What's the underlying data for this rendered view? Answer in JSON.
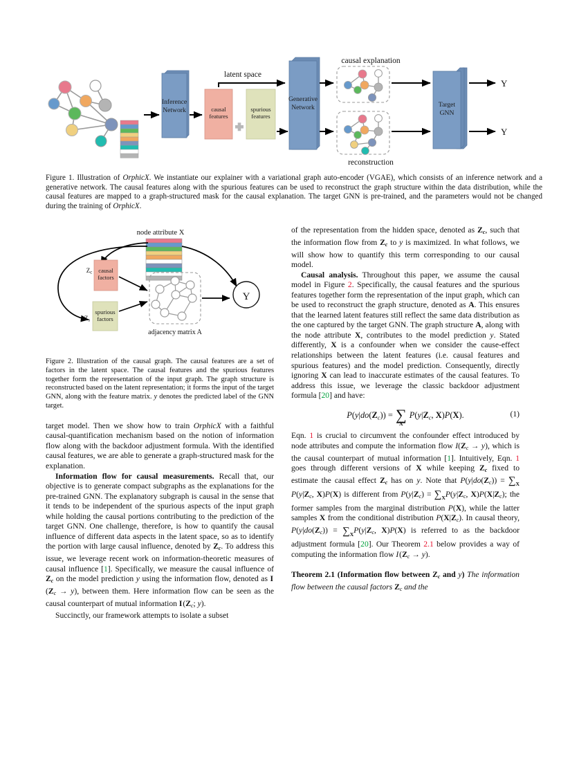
{
  "figure1": {
    "label": "Figure 1.",
    "caption": "Illustration of OrphicX. We instantiate our explainer with a variational graph auto-encoder (VGAE), which consists of an inference network and a generative network. The causal features along with the spurious features can be used to reconstruct the graph structure within the data distribution, while the causal features are mapped to a graph-structured mask for the causal explanation. The target GNN is pre-trained, and the parameters would not be changed during the training of OrphicX.",
    "caption_part1": "Illustration of ",
    "caption_italic1": "OrphicX",
    "caption_part2": ". We instantiate our explainer with a variational graph auto-encoder (VGAE), which consists of an inference network and a generative network. The causal features along with the spurious features can be used to reconstruct the graph structure within the data distribution, while the causal features are mapped to a graph-structured mask for the causal explanation. The target GNN is pre-trained, and the parameters would not be changed during the training of ",
    "caption_italic2": "OrphicX",
    "caption_part3": ".",
    "nodes": {
      "inference_network_line1": "Inference",
      "inference_network_line2": "Network",
      "generative_network_line1": "Generative",
      "generative_network_line2": "Network",
      "target_gnn_line1": "Target",
      "target_gnn_line2": "GNN",
      "causal_features_line1": "causal",
      "causal_features_line2": "features",
      "spurious_features_line1": "spurious",
      "spurious_features_line2": "features",
      "latent_space": "latent space",
      "causal_explanation": "causal explanation",
      "reconstruction": "reconstruction",
      "output_top": "Y",
      "output_bottom": "Y",
      "plus": "+"
    },
    "colors": {
      "block_blue": "#7b9cc4",
      "block_blue_dark": "#6c8cb4",
      "causal_box": "#f0b0a2",
      "spurious_box": "#dfe2bb",
      "node_red": "#e8798c",
      "node_blue": "#6699cc",
      "node_green": "#6cb96c",
      "node_orange": "#f0a860",
      "node_yellow": "#f0d080",
      "node_gray": "#b0b0b0",
      "node_white": "#ffffff",
      "node_slate": "#7d93bb",
      "node_teal": "#21bcb0"
    }
  },
  "figure2": {
    "label": "Figure 2.",
    "caption": "Illustration of the causal graph. The causal features are a set of factors in the latent space. The causal features and the spurious features together form the representation of the input graph. The graph structure is reconstructed based on the latent representation; it forms the input of the target GNN, along with the feature matrix. y denotes the predicted label of the GNN target.",
    "caption_a": "Illustration of the causal graph. The causal features are a set of factors in the latent space. The causal features and the spurious features together form the representation of the input graph. The graph structure is reconstructed based on the latent representation; it forms the input of the target GNN, along with the feature matrix. ",
    "caption_y": "y",
    "caption_b": " denotes the predicted label of the GNN target.",
    "node_attribute_label": "node attribute X",
    "adjacency_label": "adjacency matrix A",
    "causal_factors_line1": "causal",
    "causal_factors_line2": "factors",
    "spurious_factors_line1": "spurious",
    "spurious_factors_line2": "factors",
    "zc_label": "Zc",
    "zs_label": "Zs",
    "y_label": "Y"
  },
  "left_column": {
    "para1": {
      "a": "target model. Then we show how to train ",
      "italic": "OrphicX",
      "b": " with a faithful causal-quantification mechanism based on the notion of information flow along with the backdoor adjustment formula. With the identified causal features, we are able to generate a graph-structured mask for the explanation."
    },
    "para2": {
      "runin": "Information flow for causal measurements.",
      "t1": " Recall that, our objective is to generate compact subgraphs as the explanations for the pre-trained GNN. The explanatory subgraph is causal in the sense that it tends to be independent of the spurious aspects of the input graph while holding the causal portions contributing to the prediction of the target GNN. One challenge, therefore, is how to quantify the causal influence of different data aspects in the latent space, so as to identify the portion with large causal influence, denoted by ",
      "zc1": "Zc",
      "t2": ". To address this issue, we leverage recent work on information-theoretic measures of causal influence [",
      "cite1": "1",
      "t3": "]. Specifically, we measure the causal influence of ",
      "zc2": "Zc",
      "t4": " on the model prediction ",
      "y1": "y",
      "t5": " using the information flow, denoted as ",
      "if1": "I (Zc → y)",
      "t6": ", between them. Here information flow can be seen as the causal counterpart of mutual information ",
      "if2": "I (Zc; y)",
      "t7": "."
    },
    "para3": {
      "a": "Succinctly, our framework attempts to isolate a subset"
    }
  },
  "right_column": {
    "para0": {
      "t1": "of the representation from the hidden space, denoted as ",
      "zc": "Zc",
      "t2": ", such that the information flow from ",
      "zc2": "Zc",
      "t3": " to ",
      "y": "y",
      "t4": " is maximized. In what follows, we will show how to quantify this term corresponding to our causal model."
    },
    "para1": {
      "runin": "Causal analysis.",
      "t1": " Throughout this paper, we assume the causal model in Figure ",
      "ref1": "2",
      "t2": ". Specifically, the causal features and the spurious features together form the representation of the input graph, which can be used to reconstruct the graph structure, denoted as ",
      "A1": "A",
      "t3": ". This ensures that the learned latent features still reflect the same data distribution as the one captured by the target GNN. The graph structure ",
      "A2": "A",
      "t4": ", along with the node attribute ",
      "X1": "X",
      "t5": ", contributes to the model prediction ",
      "y1": "y",
      "t6": ". Stated differently, ",
      "X2": "X",
      "t7": " is a confounder when we consider the cause-effect relationships between the latent features (i.e. causal features and spurious features) and the model prediction. Consequently, directly ignoring ",
      "X3": "X",
      "t8": " can lead to inaccurate estimates of the causal features. To address this issue, we leverage the classic backdoor adjustment formula [",
      "cite20": "20",
      "t9": "] and have:"
    },
    "equation1": {
      "lhs": "P(y|do(Zc)) =",
      "sum": "∑",
      "sum_limit": "X",
      "rhs": "P(y|Zc, X)P(X).",
      "tag": "(1)"
    },
    "para2": {
      "t1": "Eqn. ",
      "ref1": "1",
      "t2": " is crucial to circumvent the confounder effect introduced by node attributes and compute the information flow ",
      "if1": "I(Zc → y)",
      "t3": ", which is the causal counterpart of mutual information [",
      "cite1": "1",
      "t4": "]. Intuitively, Eqn. ",
      "ref2": "1",
      "t5": " goes through different versions of ",
      "X1": "X",
      "t6": " while keeping ",
      "zc1": "Zc",
      "t7": " fixed to estimate the causal effect ",
      "zc2": "Zc",
      "t8": " has on ",
      "y1": "y",
      "t9": ". Note that ",
      "eq_a": "P(y|do(Zc)) = ∑X P(y|Zc, X)P(X)",
      "t10": " is different from ",
      "eq_b": "P(y|Zc) = ∑X P(y|Zc, X)P(X|Zc)",
      "t11": "; the former samples from the marginal distribution ",
      "eq_c": "P(X)",
      "t12": ", while the latter samples ",
      "X2": "X",
      "t13": " from the conditional distribution ",
      "eq_d": "P(X|Zc)",
      "t14": ". In causal theory, ",
      "eq_e": "P(y|do(Zc)) = ∑X P(y|Zc, X)P(X)",
      "t15": " is referred to as the backdoor adjustment formula [",
      "cite20": "20",
      "t16": "]. Our Theorem ",
      "ref21": "2.1",
      "t17": " below provides a way of computing the information flow ",
      "if2": "I (Zc → y)",
      "t18": "."
    },
    "theorem": {
      "head_a": "Theorem 2.1 (Information flow between ",
      "head_zc": "Zc",
      "head_b": " and ",
      "head_y": "y",
      "head_c": ")",
      "body": " The information flow between the causal factors Zc and the"
    }
  },
  "colors": {
    "citation_green": "#00a03c",
    "reference_red": "#e8112d",
    "text": "#101010"
  }
}
